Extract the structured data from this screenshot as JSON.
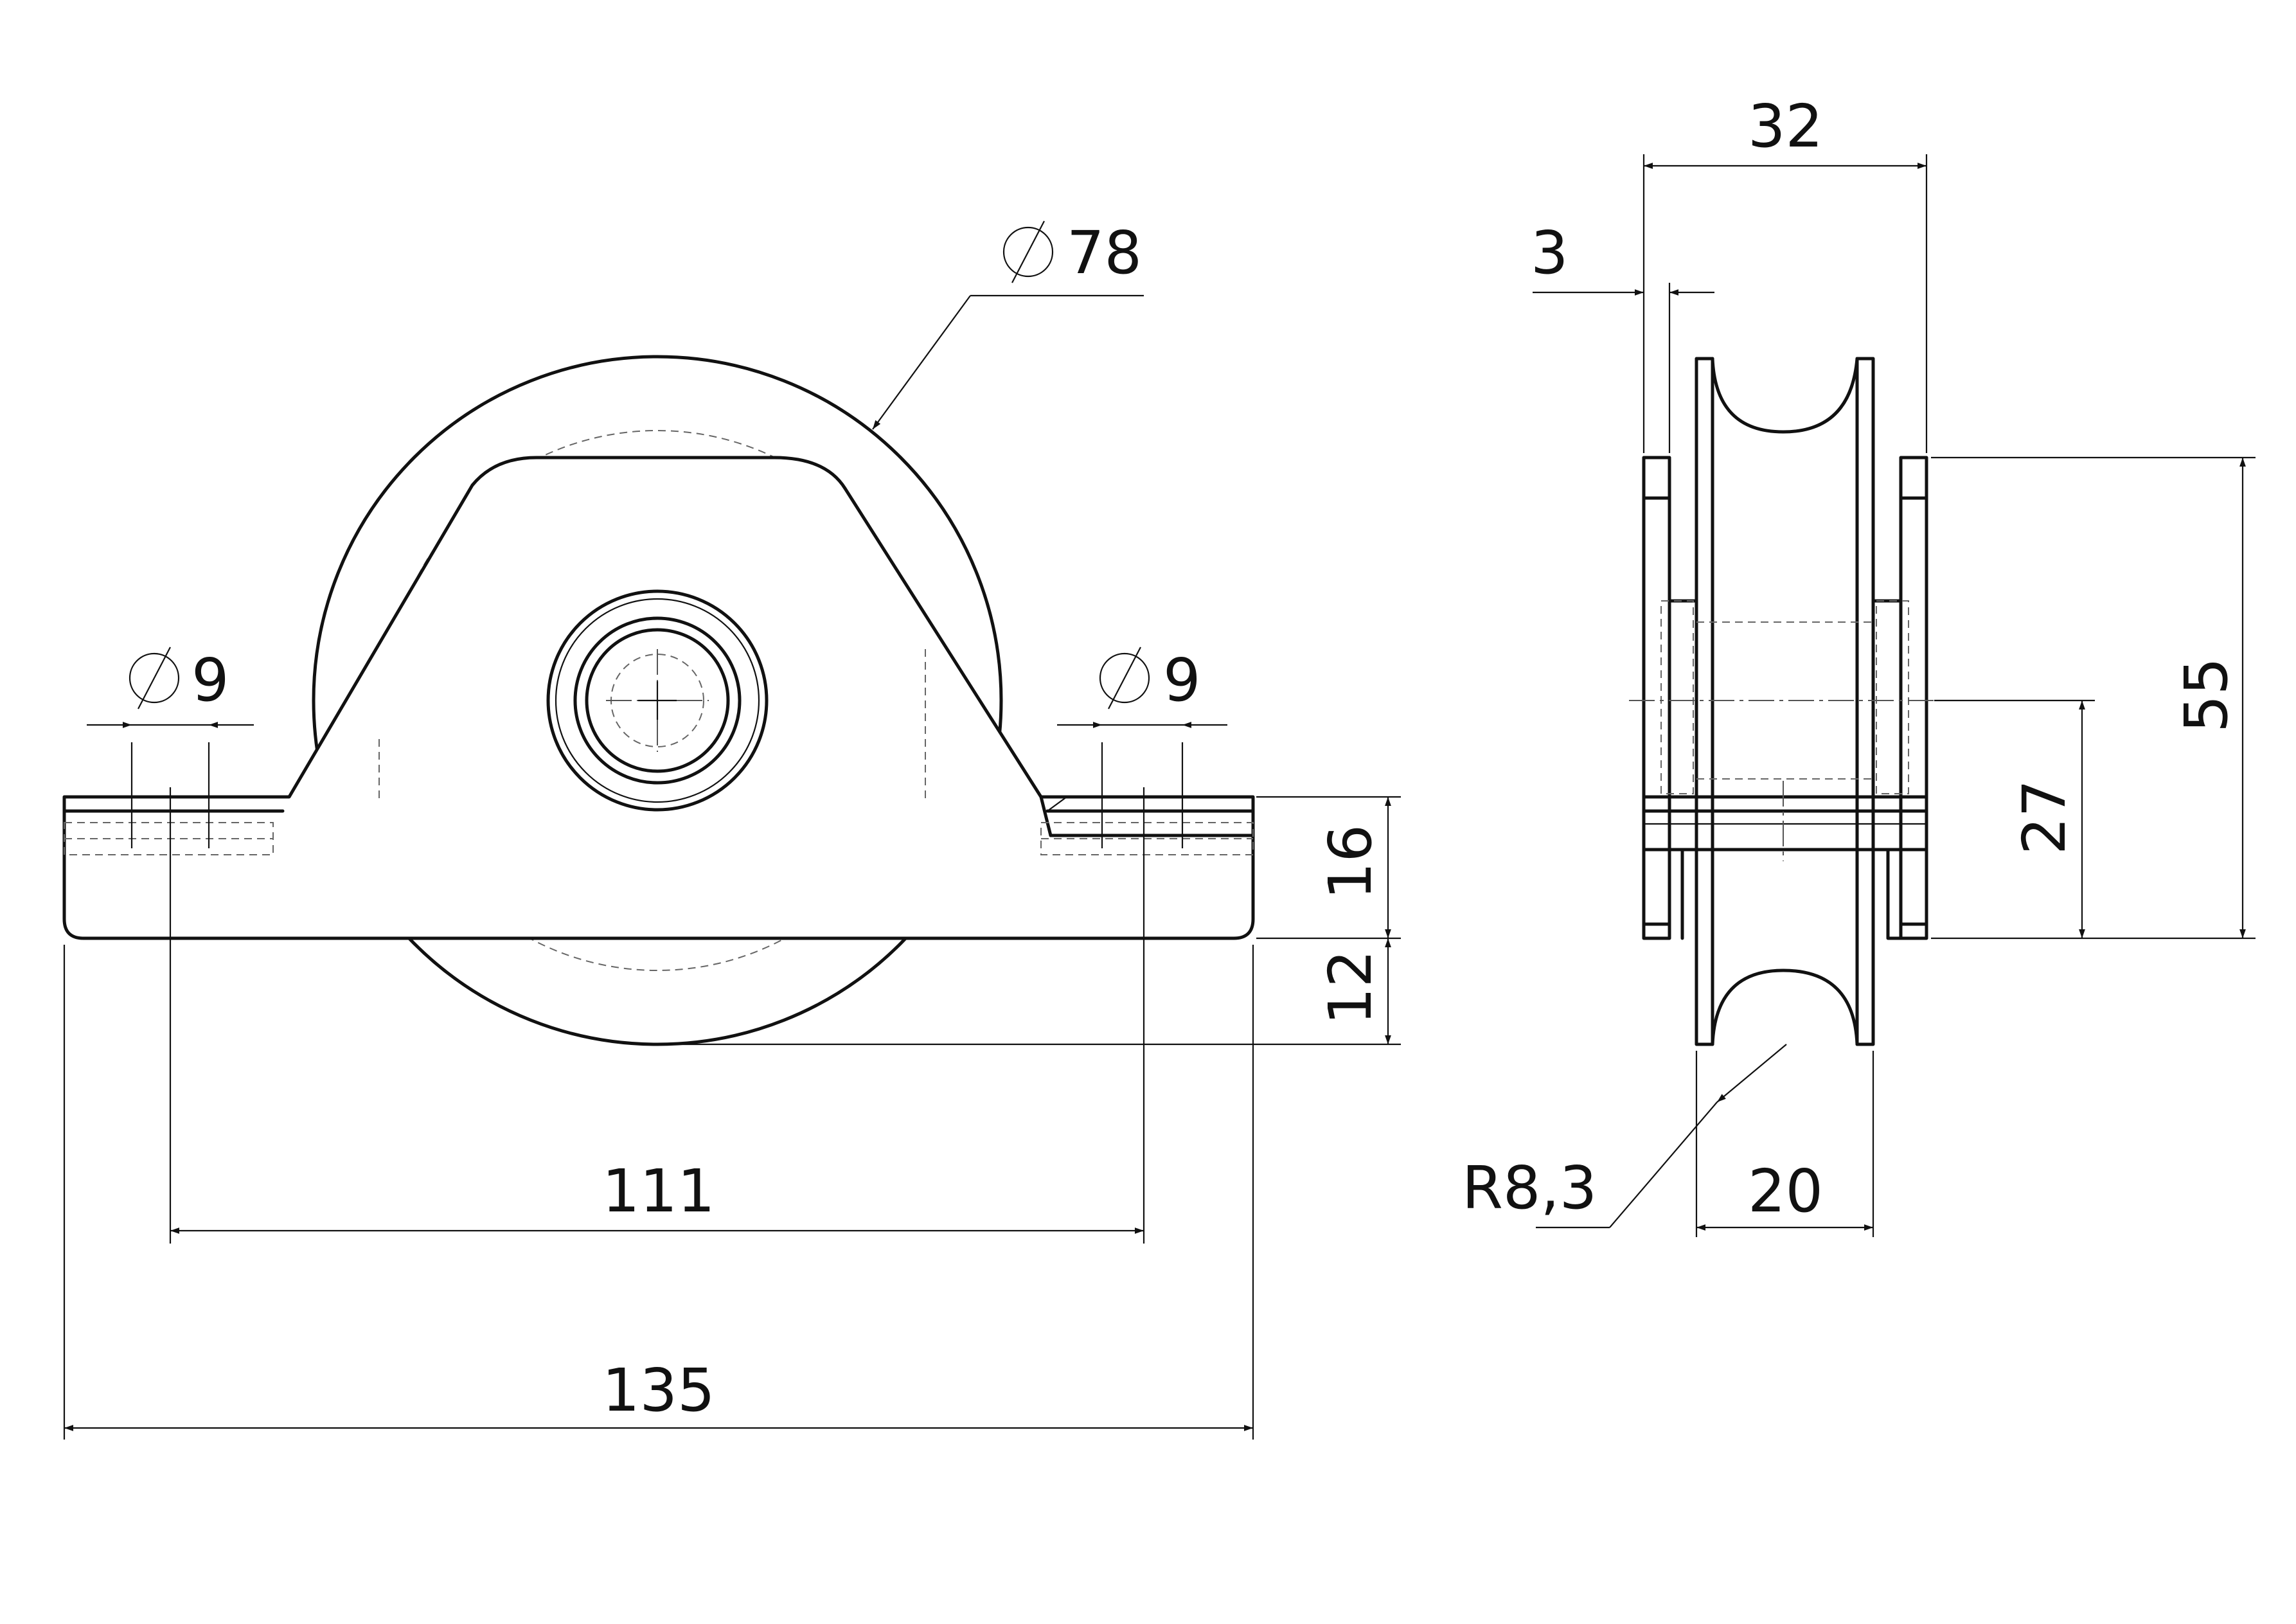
{
  "dimensions": {
    "wheel_diameter": "78",
    "hole_left": "9",
    "hole_right": "9",
    "hole_spacing": "111",
    "overall_length": "135",
    "base_height": "16",
    "wheel_below_base": "12",
    "overall_width": "32",
    "plate_thickness": "3",
    "height_55": "55",
    "axle_height": "27",
    "groove_radius": "R8,3",
    "wheel_width": "20"
  }
}
